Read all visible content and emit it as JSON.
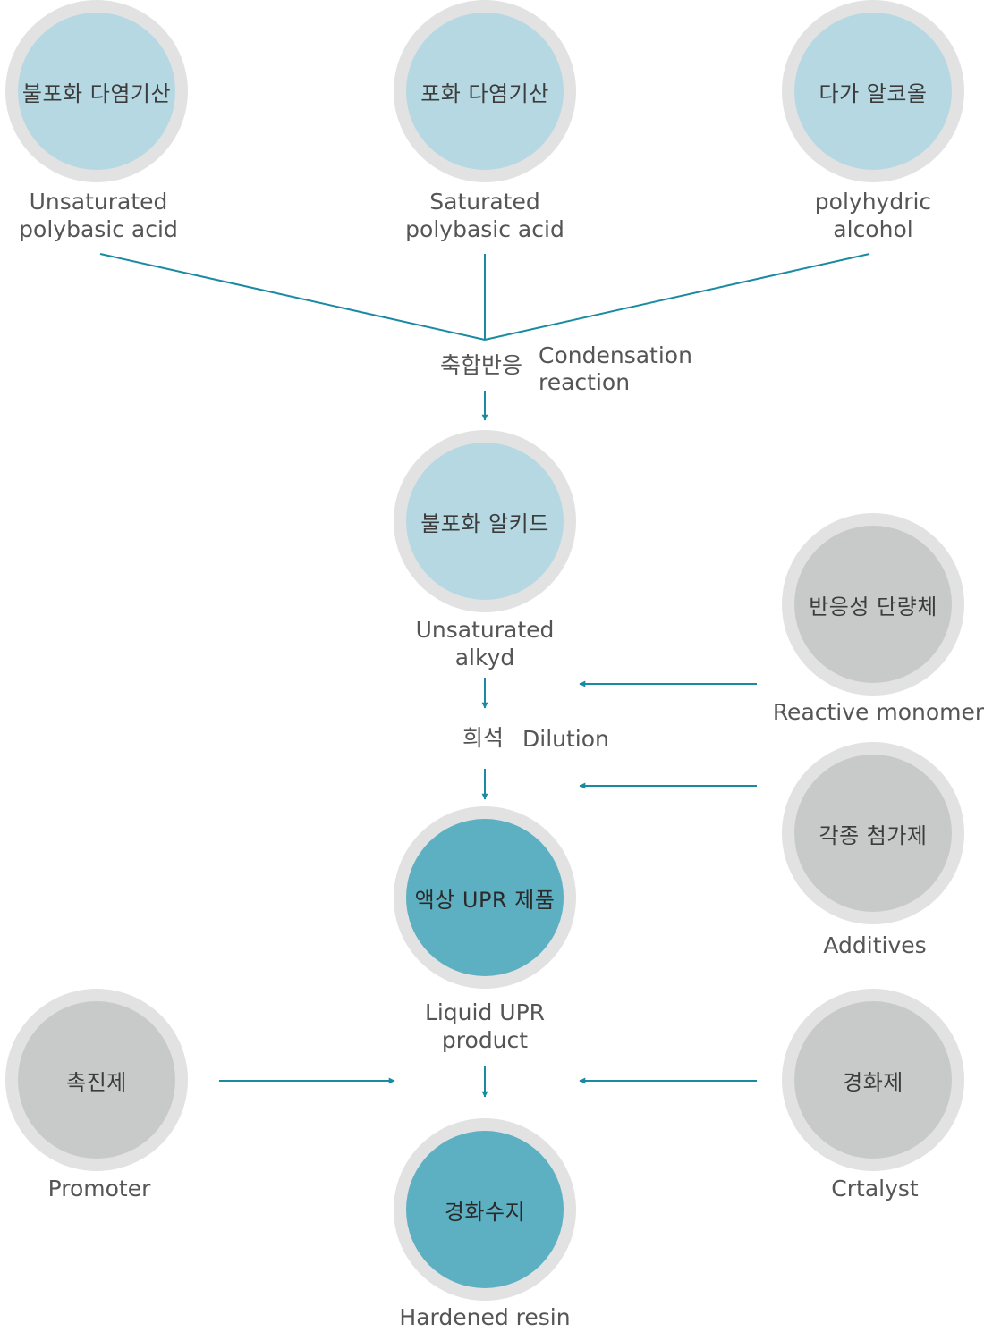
{
  "inputs": {
    "unsat_acid": {
      "ko": "불포화 다염기산",
      "en_line1": "Unsaturated",
      "en_line2": "polybasic acid"
    },
    "sat_acid": {
      "ko": "포화 다염기산",
      "en_line1": "Saturated",
      "en_line2": "polybasic acid"
    },
    "alcohol": {
      "ko": "다가 알코올",
      "en_line1": "polyhydric",
      "en_line2": "alcohol"
    }
  },
  "condensation": {
    "ko": "축합반응",
    "en_line1": "Condensation",
    "en_line2": "reaction"
  },
  "alkyd": {
    "ko": "불포화 알키드",
    "en_line1": "Unsaturated",
    "en_line2": "alkyd"
  },
  "dilution": {
    "ko": "희석",
    "en": "Dilution"
  },
  "monomer": {
    "ko": "반응성 단량체",
    "en": "Reactive monomer"
  },
  "additives": {
    "ko": "각종 첨가제",
    "en": "Additives"
  },
  "liquid_upr": {
    "ko": "액상 UPR 제품",
    "en_line1": "Liquid UPR",
    "en_line2": "product"
  },
  "promoter": {
    "ko": "촉진제",
    "en": "Promoter"
  },
  "catalyst": {
    "ko": "경화제",
    "en": "Crtalyst"
  },
  "resin": {
    "ko": "경화수지",
    "en": "Hardened resin"
  },
  "colors": {
    "line": "#1a8aa3",
    "outer_ring": "#e2e2e3",
    "light_fill": "#b6d8e2",
    "dark_fill": "#5dafc2",
    "grey_fill": "#c8c9c9"
  }
}
